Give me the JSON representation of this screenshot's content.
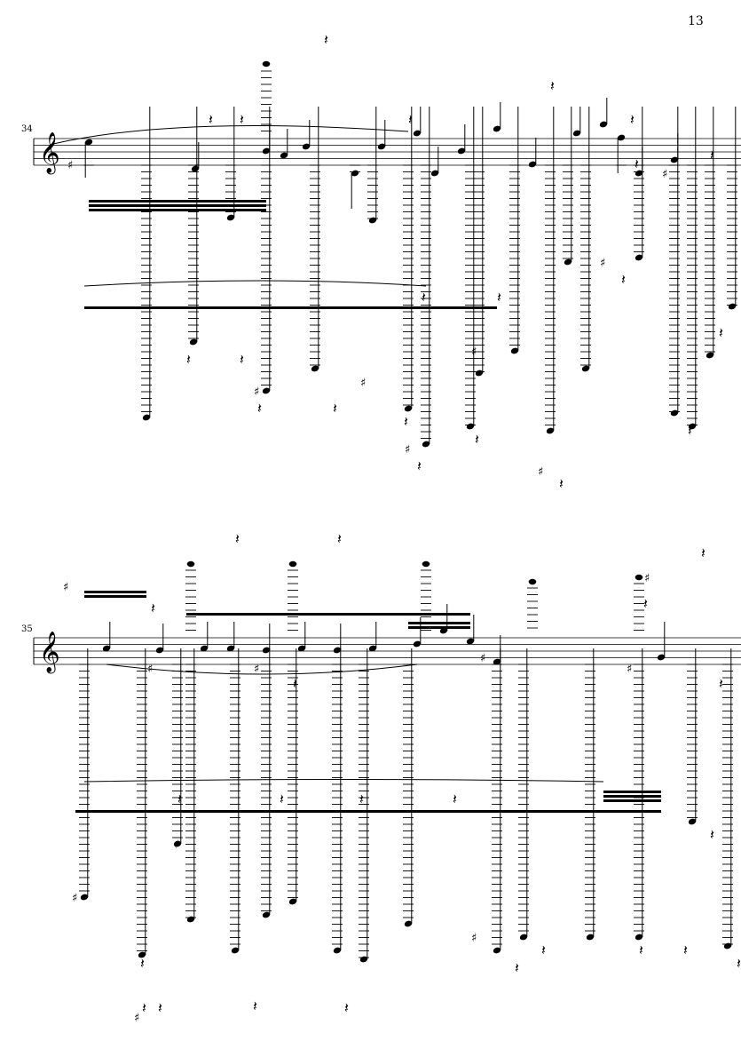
{
  "page": {
    "page_number": "13",
    "systems": [
      {
        "measure_number": "34"
      },
      {
        "measure_number": "35"
      }
    ],
    "clef": "treble-clef",
    "ink_color": "#000000"
  }
}
